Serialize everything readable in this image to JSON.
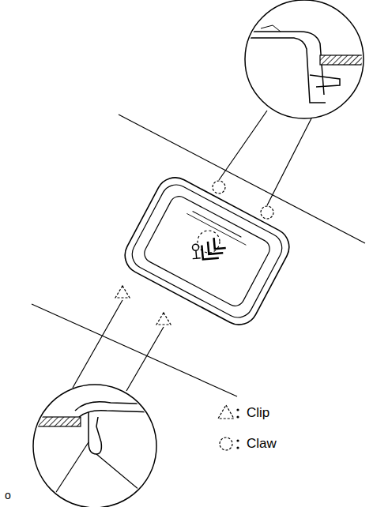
{
  "diagram": {
    "labels": [
      "o"
    ],
    "legend": [
      {
        "text": "Clip"
      },
      {
        "text": "Claw"
      }
    ]
  }
}
